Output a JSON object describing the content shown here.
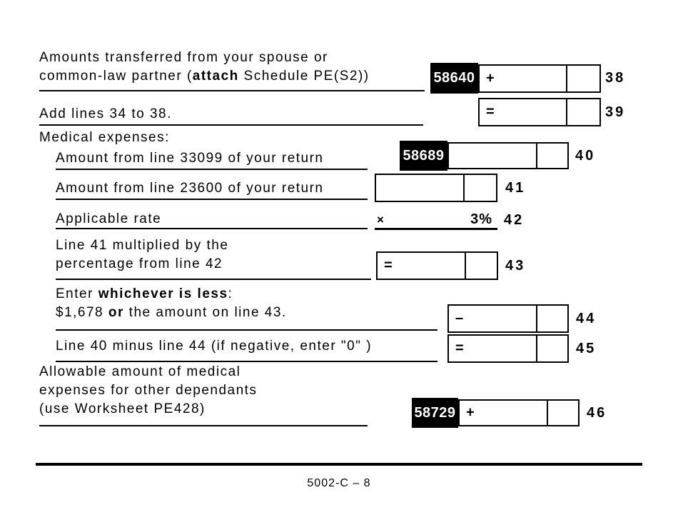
{
  "form": {
    "rows": {
      "r38": {
        "label_line1": "Amounts transferred from your spouse or",
        "label_line2_pre": "common-law partner (",
        "label_line2_bold": "attach",
        "label_line2_post": " Schedule PE(S2))",
        "field_code": "58640",
        "operator": "+",
        "line_number": "38"
      },
      "r39": {
        "label": "Add lines 34 to 38.",
        "operator": "=",
        "line_number": "39"
      },
      "medical_heading": "Medical expenses:",
      "r40": {
        "label": "Amount from line 33099 of your return",
        "field_code": "58689",
        "line_number": "40"
      },
      "r41": {
        "label": "Amount from line 23600 of your return",
        "line_number": "41"
      },
      "r42": {
        "label": "Applicable rate",
        "operator": "×",
        "rate": "3%",
        "line_number": "42"
      },
      "r43": {
        "label_line1": "Line 41 multiplied by the",
        "label_line2": "percentage from line 42",
        "operator": "=",
        "line_number": "43"
      },
      "r44": {
        "label_line1_pre": "Enter ",
        "label_line1_bold": "whichever is less",
        "label_line1_post": ":",
        "label_line2_pre": "$1,678 ",
        "label_line2_bold": "or",
        "label_line2_post": " the amount on line 43.",
        "operator": "–",
        "line_number": "44"
      },
      "r45": {
        "label": "Line 40 minus line 44 (if negative, enter \"0\" )",
        "operator": "=",
        "line_number": "45"
      },
      "r46": {
        "label_line1": "Allowable amount of medical",
        "label_line2": "expenses for other dependants",
        "label_line3": "(use Worksheet PE428)",
        "field_code": "58729",
        "operator": "+",
        "line_number": "46"
      }
    },
    "footer": {
      "page_label": "5002-C – 8"
    }
  }
}
